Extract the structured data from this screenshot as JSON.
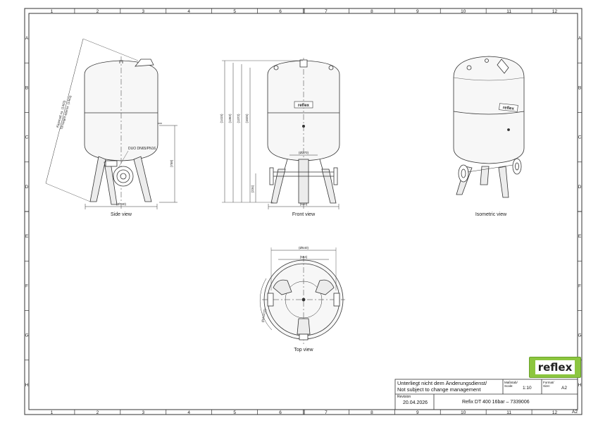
{
  "grid": {
    "columns": [
      "1",
      "2",
      "3",
      "4",
      "5",
      "6",
      "7",
      "8",
      "9",
      "10",
      "11",
      "12"
    ],
    "rows": [
      "A",
      "B",
      "C",
      "D",
      "E",
      "F",
      "G",
      "H"
    ]
  },
  "brand": {
    "logo_text": "reflex",
    "accent": "#8cc63f"
  },
  "views": {
    "side": {
      "label": "Side view",
      "dim_overall_de": "Kippmaß ca. (1463)",
      "dim_overall_en": "Tilt height approx. (1463)",
      "connection": "DUO DN65/PN16",
      "dim_width": "(Ø740)",
      "dim_height": "(758)"
    },
    "front": {
      "label": "Front view",
      "dims_height": [
        "(1415)",
        "(1362)",
        "(1372)",
        "(1025)",
        "(234)"
      ],
      "dim_width": "(650)",
      "dim_flange": "(Ø270)",
      "badge": "reflex"
    },
    "iso": {
      "label": "Isometric view",
      "badge": "reflex"
    },
    "top": {
      "label": "Top view",
      "dim_outer": "(Ø640)",
      "dim_inner": "(554)",
      "dim_radius": "(R4 DO7)"
    }
  },
  "title_block": {
    "note_de": "Unterliegt nicht dem Änderungsdienst/",
    "note_en": "Not subject to change management",
    "scale_label": "Maßstab/ Scale:",
    "scale_value": "1:10",
    "format_label": "Format/ Size:",
    "format_value": "A2",
    "revision_label": "Revision",
    "revision_date": "20.04.2026",
    "product": "Refix DT 400 16bar – 7339006",
    "corner_code": "A2"
  }
}
